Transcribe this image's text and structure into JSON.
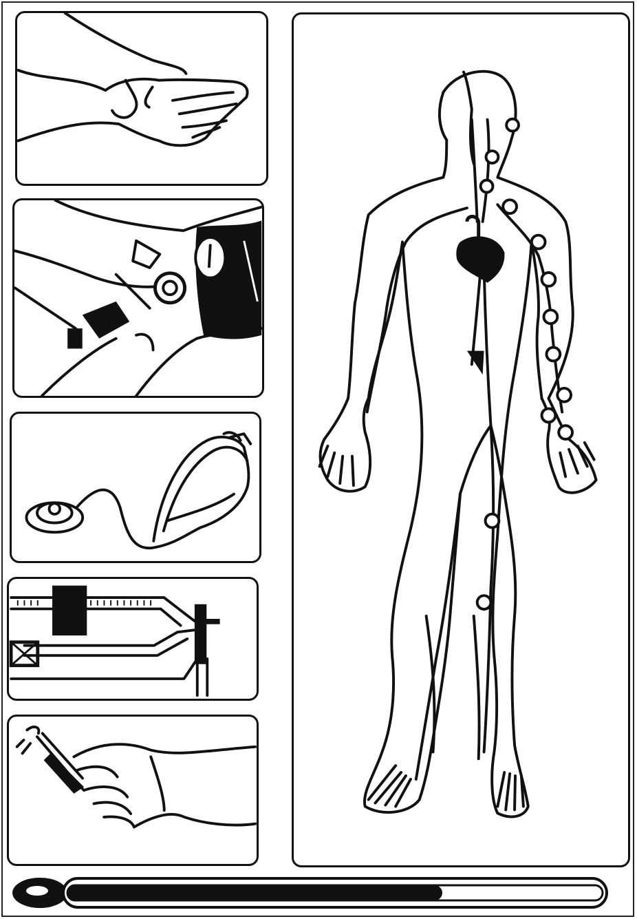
{
  "panels": [
    {
      "id": "pulse-at-wrist",
      "icon": "wrist-pulse-icon"
    },
    {
      "id": "blood-pressure-cuff",
      "icon": "bp-cuff-icon"
    },
    {
      "id": "stethoscope",
      "icon": "stethoscope-icon"
    },
    {
      "id": "sphygmomanometer-gauge",
      "icon": "mercury-gauge-icon"
    },
    {
      "id": "hand-with-instrument",
      "icon": "hand-instrument-icon"
    }
  ],
  "figure": {
    "icon": "circulatory-system-icon"
  },
  "thermometer": {
    "icon": "thermometer-icon",
    "fill_fraction": 0.7
  },
  "colors": {
    "ink": "#111111",
    "paper": "#ffffff"
  }
}
